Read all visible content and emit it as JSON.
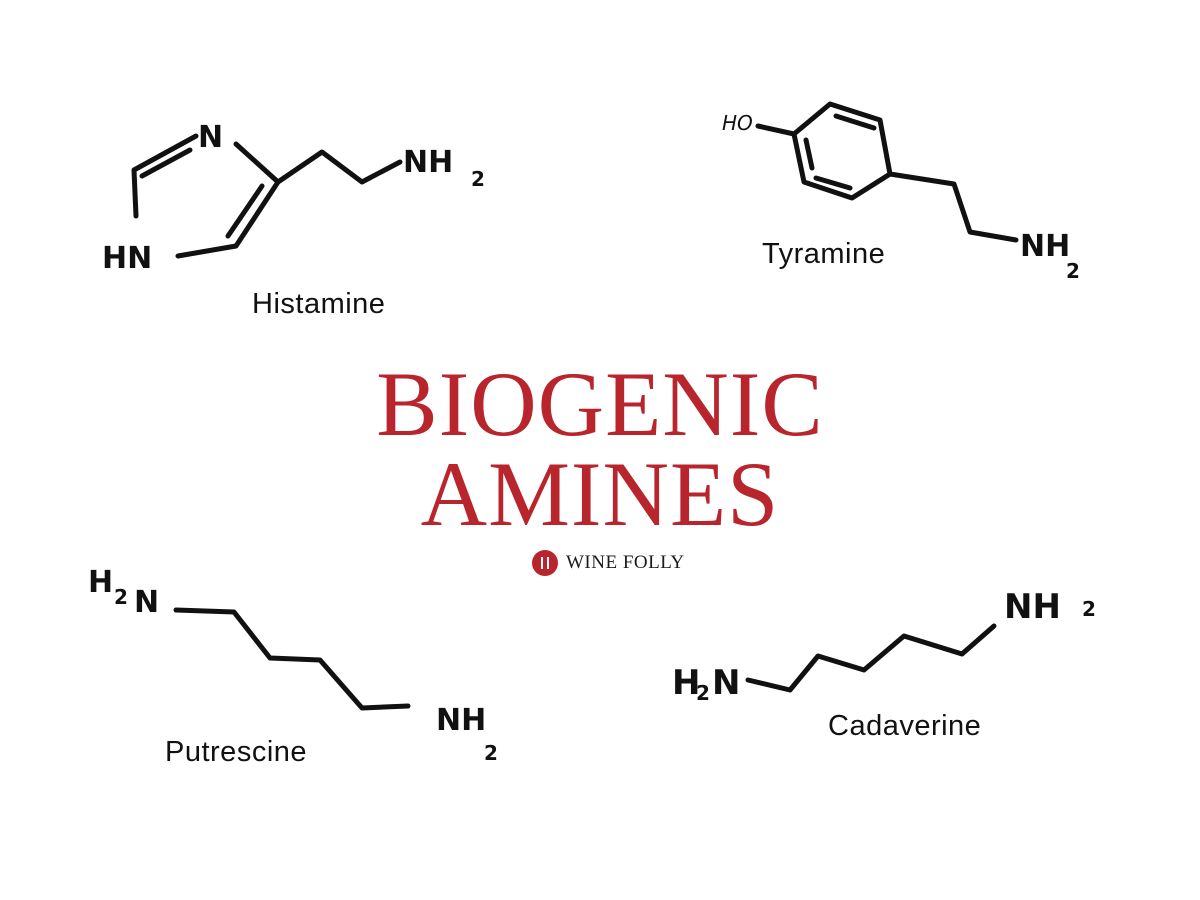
{
  "title": {
    "line1": "BIOGENIC",
    "line2": "AMINES"
  },
  "brand": {
    "name": "WINE FOLLY",
    "logo_icon": "wine-folly-logo-icon"
  },
  "colors": {
    "accent": "#b8252d",
    "ink": "#111111",
    "background": "#ffffff"
  },
  "molecules": {
    "histamine": {
      "name": "Histamine",
      "atoms": {
        "n": "N",
        "hn": "HN",
        "nh": "NH",
        "sub": "2"
      }
    },
    "tyramine": {
      "name": "Tyramine",
      "atoms": {
        "ho": "HO",
        "nh": "NH",
        "sub": "2"
      }
    },
    "putrescine": {
      "name": "Putrescine",
      "atoms": {
        "h": "H",
        "sub_left": "2",
        "n": "N",
        "nh": "NH",
        "sub": "2"
      }
    },
    "cadaverine": {
      "name": "Cadaverine",
      "atoms": {
        "h": "H",
        "sub_left": "2",
        "n": "N",
        "nh": "NH",
        "sub": "2"
      }
    }
  }
}
